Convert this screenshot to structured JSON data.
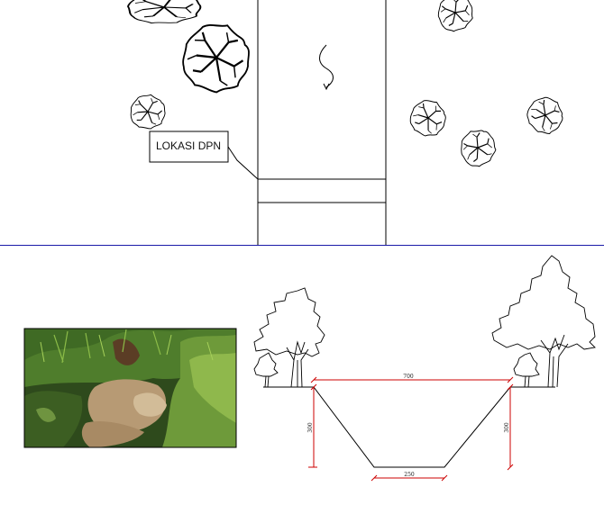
{
  "plan": {
    "callout_label": "LOKASI DPN"
  },
  "section": {
    "dimensions": {
      "top_width": "700",
      "bottom_width": "250",
      "left_height": "300",
      "right_height": "300"
    }
  },
  "photo": {
    "subject": "site-photo-stream-bed"
  },
  "colors": {
    "divider": "#1a1aa8",
    "dimension": "#cc0000",
    "linework": "#000000"
  }
}
